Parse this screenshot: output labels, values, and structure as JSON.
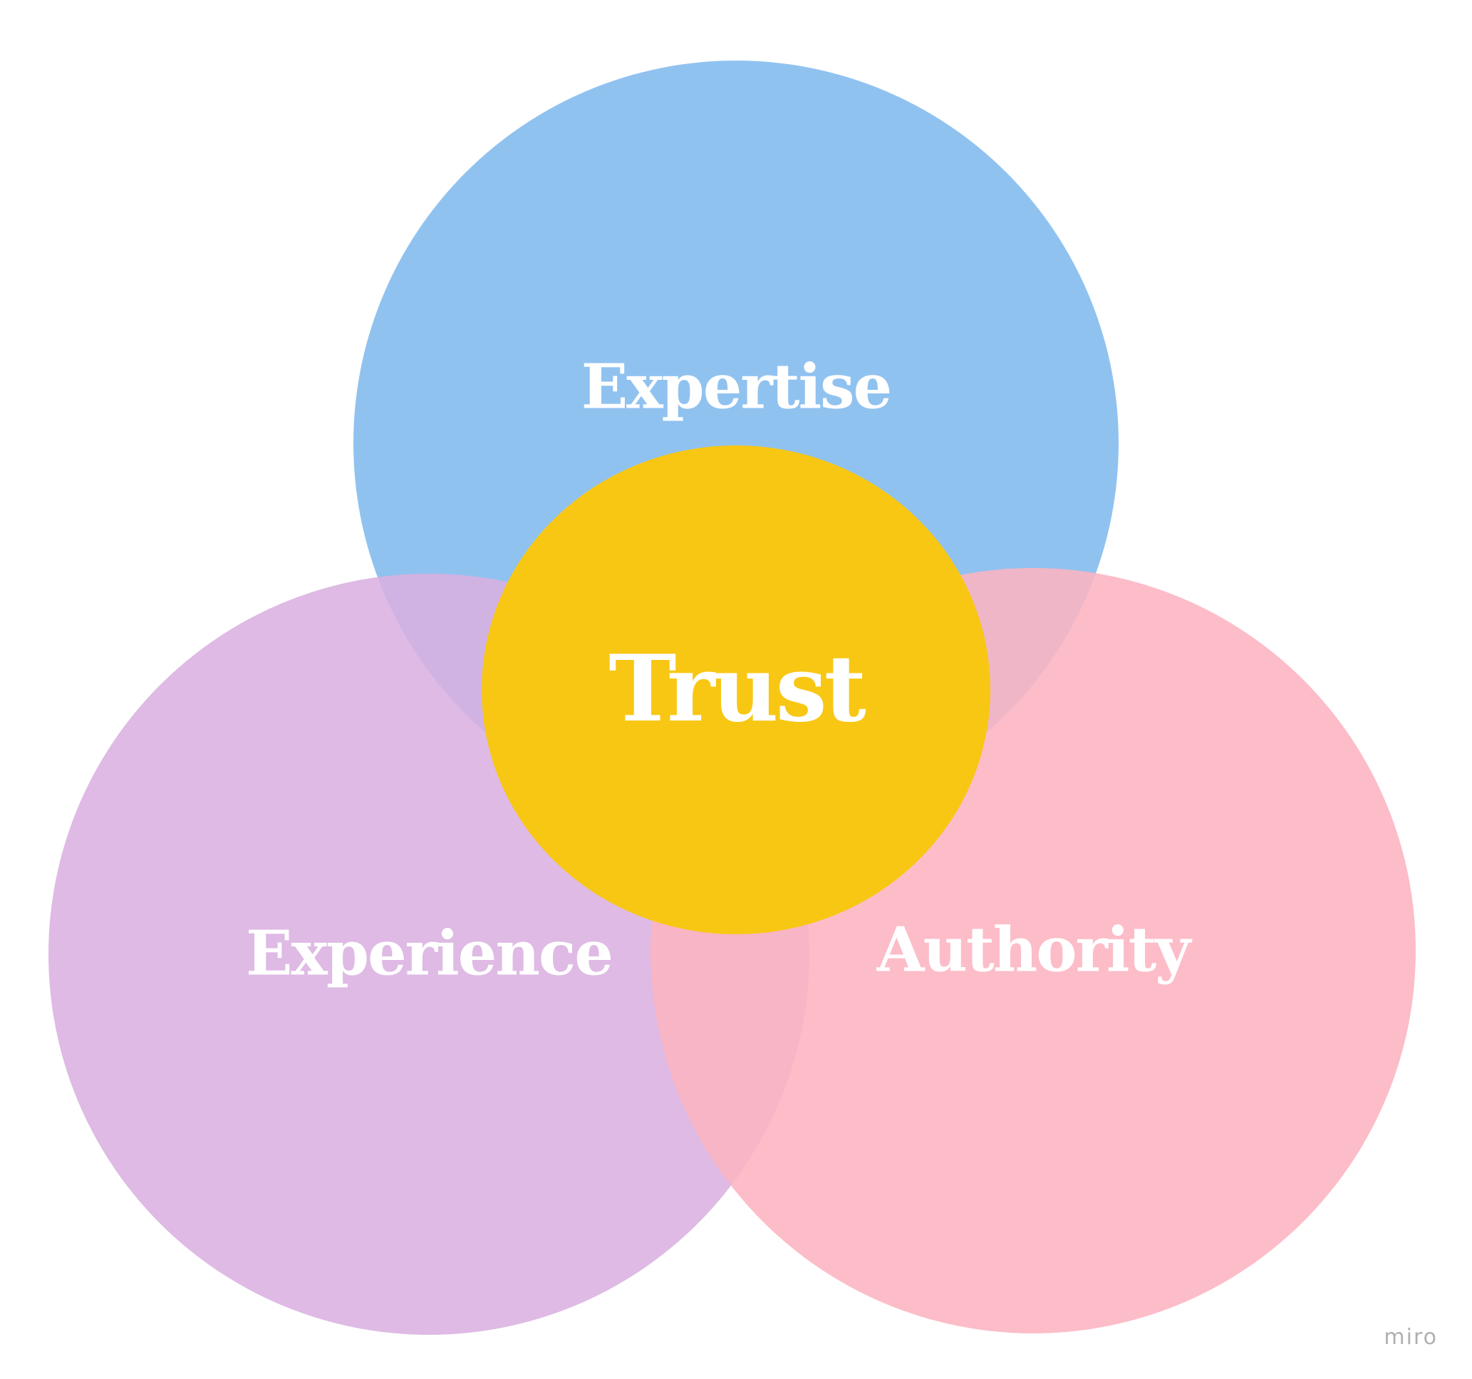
{
  "diagram": {
    "circles": [
      {
        "id": "expertise",
        "label": "Expertise",
        "color": "#8EC1F0",
        "opacity": 0.98
      },
      {
        "id": "experience",
        "label": "Experience",
        "color": "#D9B0E0",
        "opacity": 0.88
      },
      {
        "id": "authority",
        "label": "Authority",
        "color": "#FCB4C0",
        "opacity": 0.88
      },
      {
        "id": "trust",
        "label": "Trust",
        "color": "#F8C714",
        "opacity": 1.0
      }
    ]
  },
  "watermark": "miro"
}
